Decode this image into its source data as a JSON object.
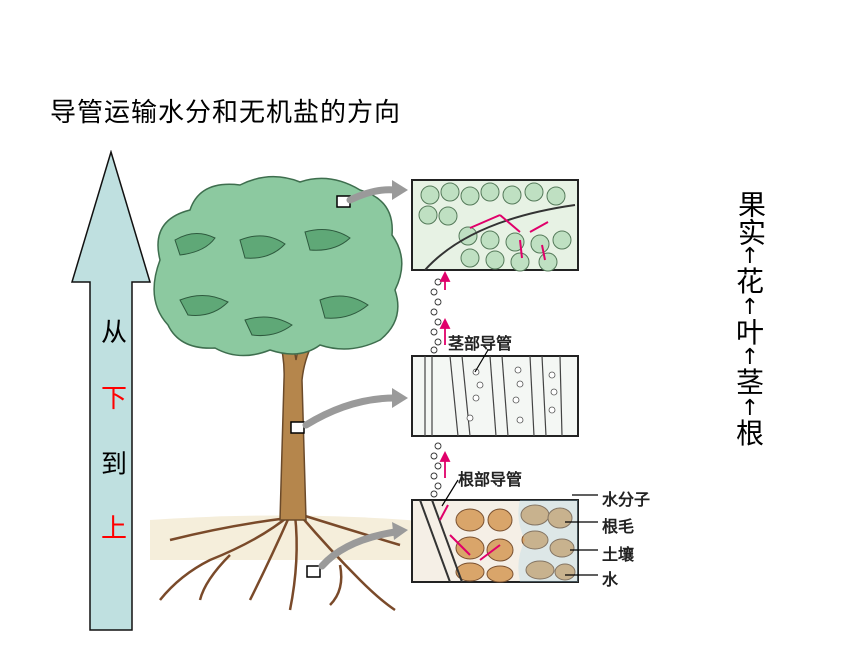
{
  "title": "导管运输水分和无机盐的方向",
  "direction": {
    "c1": "从",
    "c2": "下",
    "c3": "到",
    "c4": "上"
  },
  "organs": {
    "o1": "果实",
    "o2": "花",
    "o3": "叶",
    "o4": "茎",
    "o5": "根",
    "arrow": "↑"
  },
  "labels": {
    "stem_vessel": "茎部导管",
    "root_vessel": "根部导管",
    "water_molecule": "水分子",
    "root_hair": "根毛",
    "soil": "土壤",
    "water": "水"
  },
  "colors": {
    "arrow_fill": "#bfe0e0",
    "red_text": "#ff0000",
    "canopy": "#8cc9a0",
    "trunk": "#b5864c",
    "soil_cell": "#d9a56a"
  }
}
